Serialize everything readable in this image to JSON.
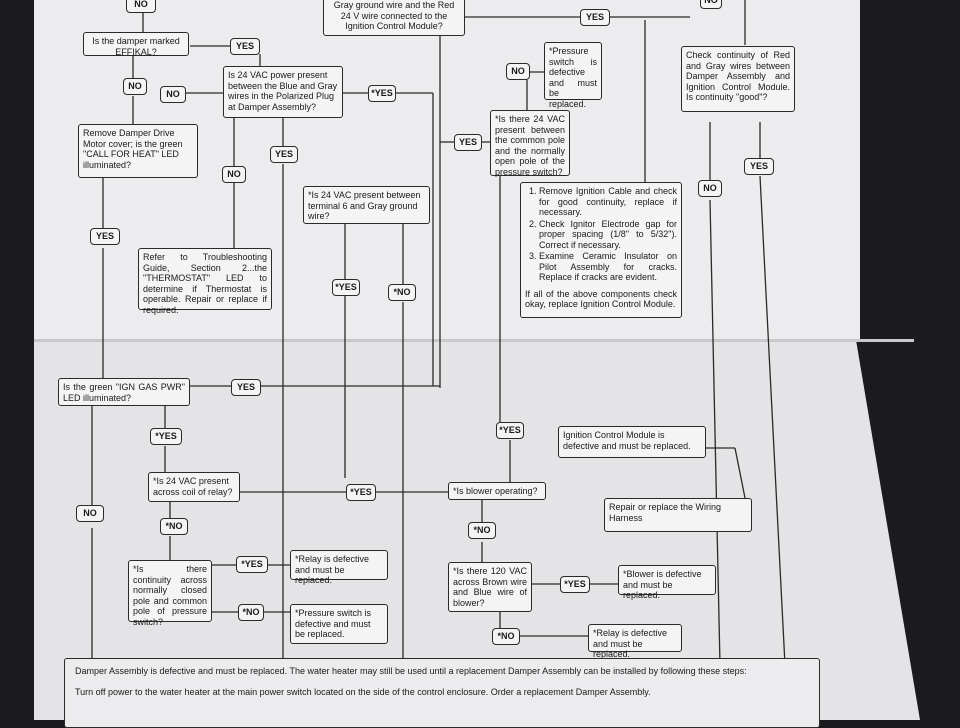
{
  "boxes": {
    "damper_marked": "Is the damper marked EFFIKAL?",
    "power_blue_gray": "Is 24 VAC power present between the Blue and Gray wires in the Polarized Plug at Damper Assembly?",
    "gray_red_top": "Gray ground wire and the Red 24 V wire connected to the Ignition Control Module?",
    "pressure_switch_defective": "*Pressure switch is defective and must be replaced.",
    "check_continuity_red_gray": "Check continuity of Red and Gray wires between Damper Assembly and Ignition Control Module. Is continuity \"good\"?",
    "remove_cover": "Remove Damper Drive Motor cover; is the green \"CALL FOR HEAT\" LED illuminated?",
    "pole_24vac": "*Is there 24 VAC present between the common pole and the normally open pole of the pressure switch?",
    "terminal6": "*Is 24 VAC present between terminal 6 and Gray ground wire?",
    "ignition_steps": [
      "Remove Ignition Cable and check for good continuity, replace if necessary.",
      "Check Ignitor Electrode gap for proper spacing (1/8\" to 5/32\"). Correct if necessary.",
      "Examine Ceramic Insulator on Pilot Assembly for cracks. Replace if cracks are evident."
    ],
    "ignition_footer": "If all of the above components check okay, replace Ignition Control Module.",
    "refer_troubleshooting": "Refer to Troubleshooting Guide, Section 2...the \"THERMOSTAT\" LED to determine if Thermostat is operable. Repair or replace if required.",
    "ign_gas_pwr": "Is the green \"IGN GAS PWR\" LED illuminated?",
    "icm_defective": "Ignition Control Module is defective and must be replaced.",
    "coil_relay": "*Is 24 VAC present across coil of relay?",
    "blower_operating": "*Is blower operating?",
    "repair_wiring": "Repair or replace the Wiring Harness",
    "continuity_nc": "*Is there continuity across normally closed pole and common pole of pressure switch?",
    "relay_defective_1": "*Relay is defective and must be replaced.",
    "pressure_defective_2": "*Pressure switch is defective and must be replaced.",
    "brown_blue_120": "*Is there 120 VAC across Brown wire and Blue wire of blower?",
    "blower_defective": "*Blower is defective and must be replaced.",
    "relay_defective_2": "*Relay is defective and must be replaced.",
    "bottom_line1": "Damper Assembly is defective and must be replaced. The water heater may still be used until a replacement Damper Assembly can be installed by following these steps:",
    "bottom_line2": "Turn off power to the water heater at the main power switch located on the side of the control enclosure. Order a replacement Damper Assembly."
  },
  "tags": {
    "no": "NO",
    "yes": "YES",
    "star_yes": "*YES",
    "star_no": "*NO"
  }
}
